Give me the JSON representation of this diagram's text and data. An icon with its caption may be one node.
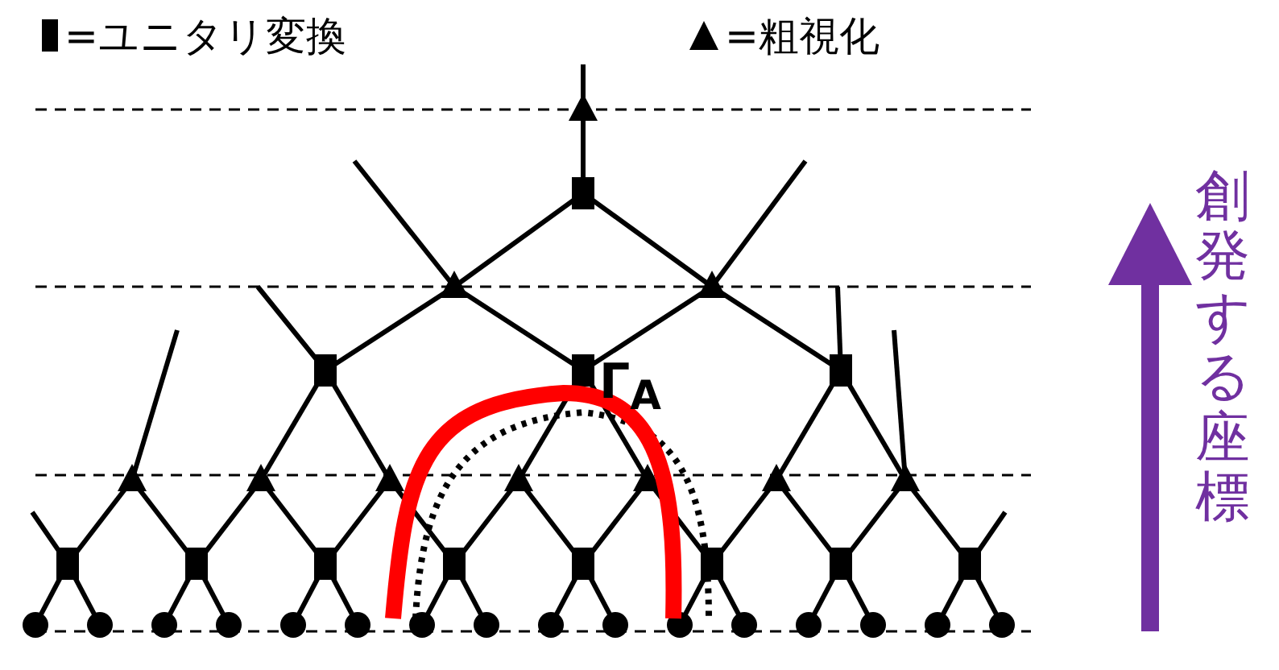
{
  "diagram": {
    "labels": [
      "Γ$_{A}$",
      "創発する座標"
    ],
    "legend": [
      {
        "text": "=ユニタリ変換"
      },
      {
        "text": "=粗視化"
      }
    ]
  }
}
